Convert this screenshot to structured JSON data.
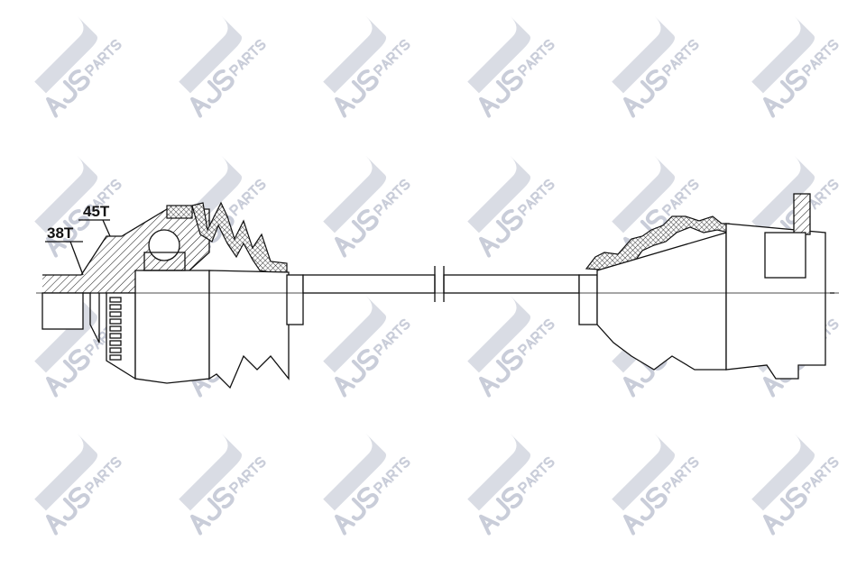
{
  "watermark": {
    "brand": "AJS",
    "sub": "PARTS",
    "color": "#c9cdd9",
    "rows": 4,
    "columns": 6
  },
  "labels": {
    "outer_spline": "38T",
    "abs_ring": "45T"
  },
  "colors": {
    "line": "#111111",
    "background": "#ffffff"
  }
}
